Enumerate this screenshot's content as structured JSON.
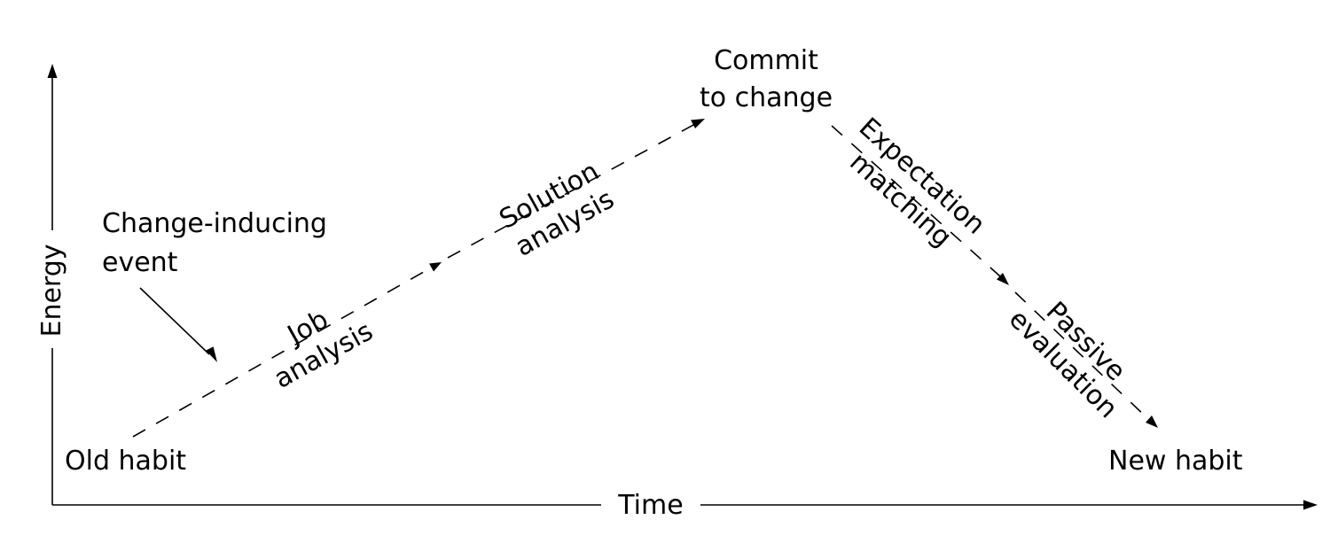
{
  "axes": {
    "x_label": "Time",
    "y_label": "Energy"
  },
  "nodes": {
    "old_habit": "Old habit",
    "commit_line1": "Commit",
    "commit_line2": "to change",
    "new_habit": "New habit"
  },
  "event": {
    "line1": "Change-inducing",
    "line2": "event"
  },
  "stages": {
    "job_line1": "Job",
    "job_line2": "analysis",
    "solution_line1": "Solution",
    "solution_line2": "analysis",
    "expectation_line1": "Expectation",
    "expectation_line2": "matching",
    "passive_line1": "Passive",
    "passive_line2": "evaluation"
  }
}
